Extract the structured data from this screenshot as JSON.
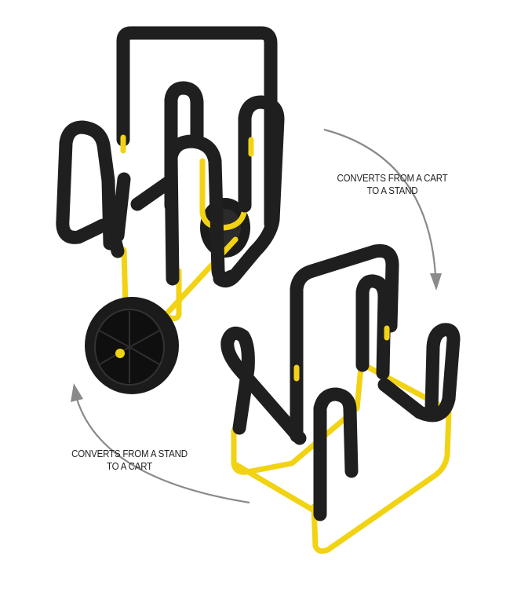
{
  "labels": {
    "cart_to_stand": {
      "line1": "CONVERTS FROM A CART",
      "line2": "TO A STAND"
    },
    "stand_to_cart": {
      "line1": "CONVERTS FROM A STAND",
      "line2": "TO A CART"
    }
  },
  "colors": {
    "frame": "#f2d313",
    "padding": "#1f1f1f",
    "arrow": "#8a8a8a"
  }
}
